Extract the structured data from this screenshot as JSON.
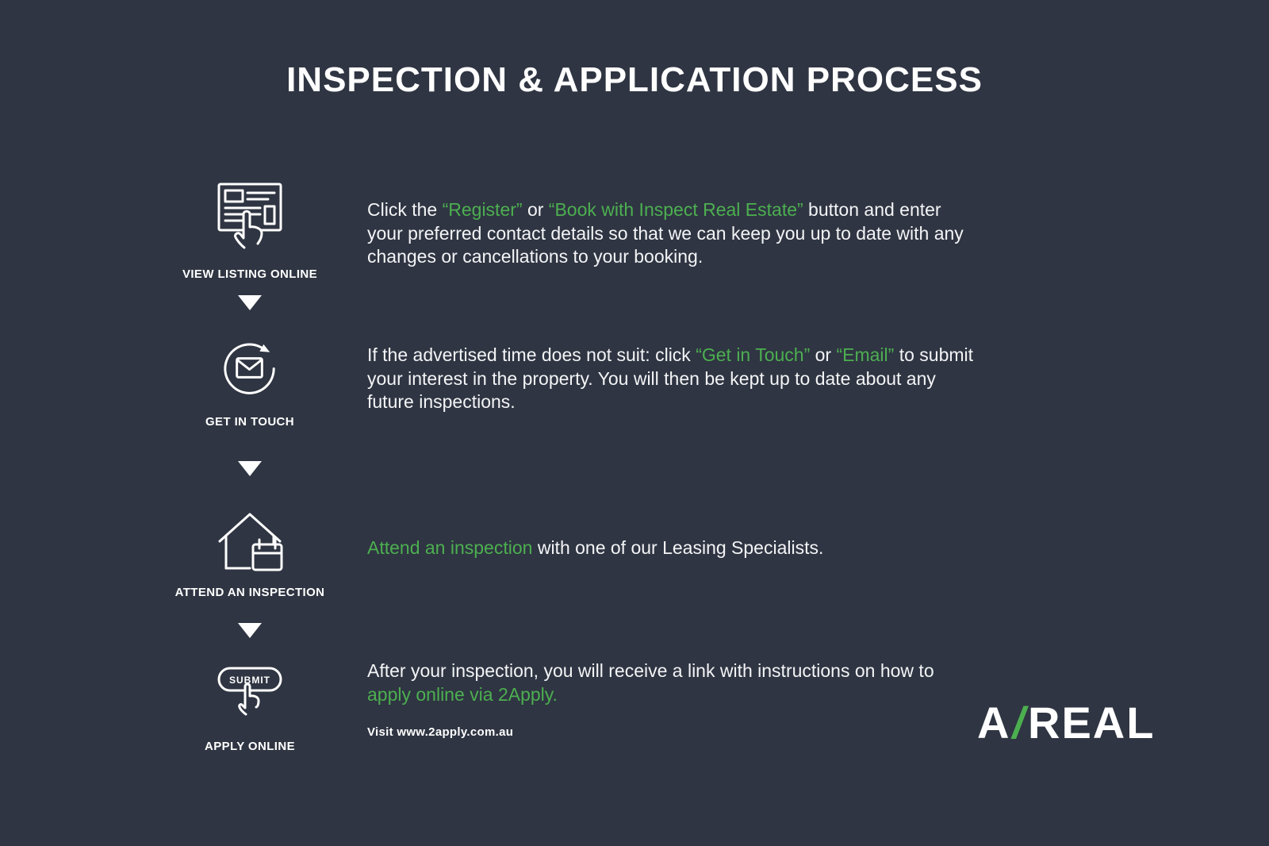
{
  "title": "INSPECTION & APPLICATION PROCESS",
  "colors": {
    "background": "#2f3542",
    "accent_green": "#4caf50",
    "text": "#ffffff"
  },
  "steps": [
    {
      "label": "VIEW LISTING ONLINE",
      "icon": "listing-cursor-icon",
      "desc": [
        {
          "t": "Click the "
        },
        {
          "t": "“Register”"
        },
        {
          "t": " or "
        },
        {
          "t": "“Book with Inspect Real Estate”"
        },
        {
          "t": " button and enter your preferred contact details so that we can keep you up to date with any changes or cancellations to your booking."
        }
      ]
    },
    {
      "label": "GET IN TOUCH",
      "icon": "refresh-envelope-icon",
      "desc": [
        {
          "t": "If the advertised time does not suit: click "
        },
        {
          "t": "“Get in Touch”"
        },
        {
          "t": " or "
        },
        {
          "t": "“Email”"
        },
        {
          "t": " to submit your interest in the property. You will then be kept up to date about any future inspections."
        }
      ]
    },
    {
      "label": "ATTEND AN INSPECTION",
      "icon": "house-calendar-icon",
      "desc": [
        {
          "t": "Attend an inspection"
        },
        {
          "t": " with one of our Leasing Specialists."
        }
      ]
    },
    {
      "label": "APPLY ONLINE",
      "icon": "submit-hand-icon",
      "button_label": "SUBMIT",
      "desc": [
        {
          "t": "After your inspection, you will receive a link with instructions on how to "
        },
        {
          "t": "apply online via 2Apply."
        }
      ]
    }
  ],
  "footnote": "Visit www.2apply.com.au",
  "logo": {
    "left": "A",
    "slash": "/",
    "right": "REAL"
  }
}
